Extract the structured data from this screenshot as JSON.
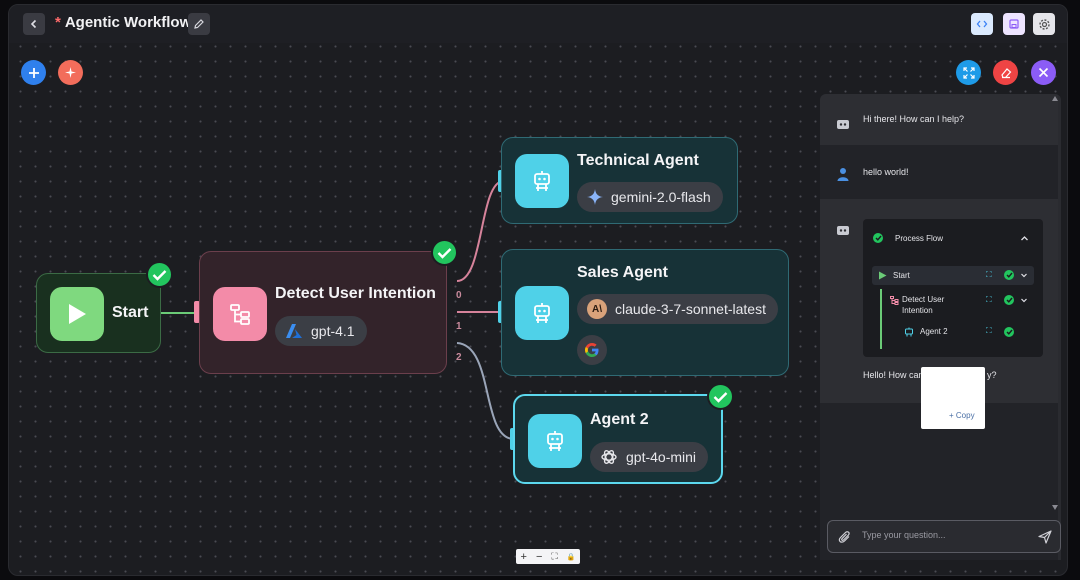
{
  "header": {
    "modified_marker": "*",
    "title": "Agentic Workflow"
  },
  "canvas": {
    "nodes": {
      "start": {
        "title": "Start"
      },
      "detect": {
        "title": "Detect User Intention",
        "model": "gpt-4.1",
        "routes": [
          "0",
          "1",
          "2"
        ]
      },
      "technical": {
        "title": "Technical Agent",
        "model": "gemini-2.0-flash"
      },
      "sales": {
        "title": "Sales Agent",
        "model": "claude-3-7-sonnet-latest"
      },
      "agent2": {
        "title": "Agent 2",
        "model": "gpt-4o-mini"
      }
    },
    "zoom_controls": [
      "+",
      "−",
      "⛶",
      "🔒"
    ]
  },
  "chat": {
    "messages": [
      {
        "role": "bot",
        "text": "Hi there! How can I help?"
      },
      {
        "role": "user",
        "text": "hello world!"
      }
    ],
    "process_flow": {
      "title": "Process Flow",
      "steps": [
        {
          "label": "Start"
        },
        {
          "label": "Detect User Intention"
        },
        {
          "label": "Agent 2"
        }
      ]
    },
    "reply_before": "Hello! How can",
    "reply_after": "y?",
    "copy_label": "Copy",
    "input_placeholder": "Type your question..."
  },
  "colors": {
    "accent_blue": "#2f80ed",
    "success": "#22c55e",
    "pink": "#f38ba8",
    "teal": "#4fd1e8"
  }
}
